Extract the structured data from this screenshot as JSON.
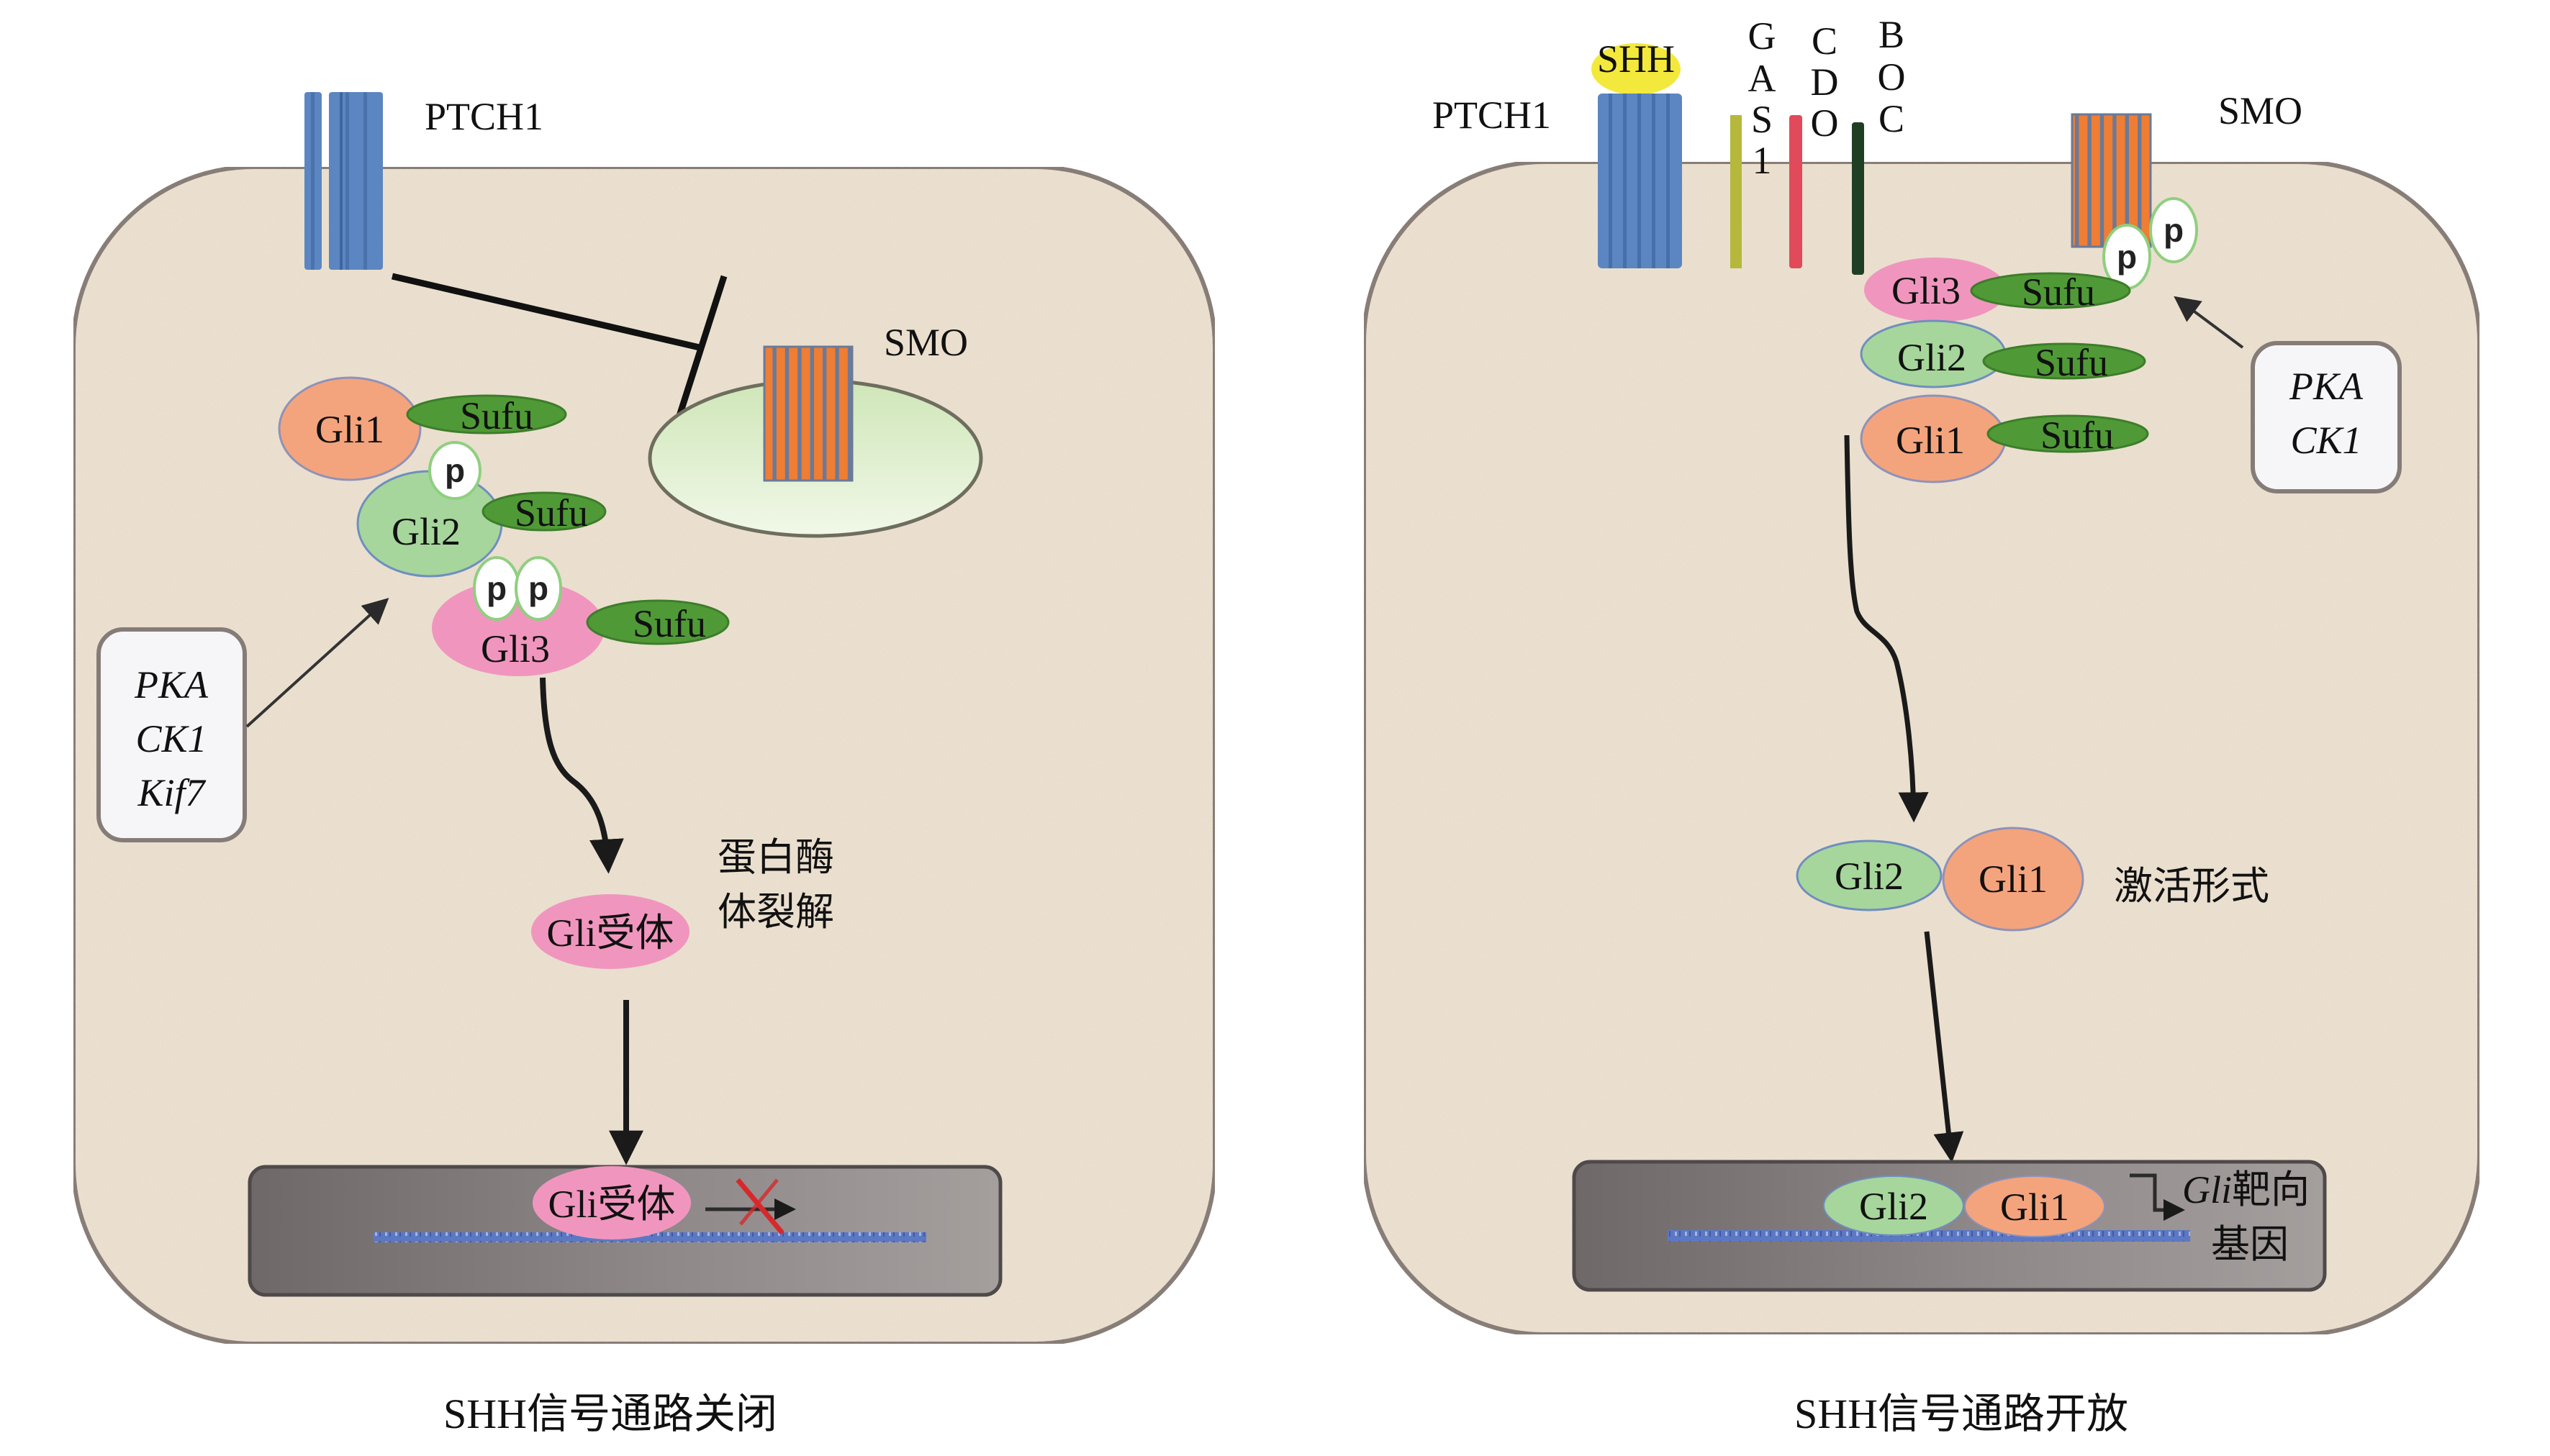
{
  "figure": {
    "panels": [
      {
        "id": "off",
        "caption": "SHH信号通路关闭",
        "receptor_label": "PTCH1",
        "smo_label": "SMO",
        "complexes": [
          {
            "gli": "Gli1",
            "partner": "Sufu",
            "phospho": 0
          },
          {
            "gli": "Gli2",
            "partner": "Sufu",
            "phospho": 1
          },
          {
            "gli": "Gli3",
            "partner": "Sufu",
            "phospho": 2
          }
        ],
        "phospho_label": "p",
        "kinase_box": [
          "PKA",
          "CK1",
          "Kif7"
        ],
        "repressor_label": "Gli受体",
        "process_label_line1": "蛋白酶",
        "process_label_line2": "体裂解",
        "nucleus_protein": "Gli受体",
        "transcription_blocked": true
      },
      {
        "id": "on",
        "caption": "SHH信号通路开放",
        "ligand_label": "SHH",
        "receptor_label": "PTCH1",
        "co_receptors": [
          {
            "name": "GAS1",
            "letters": [
              "G",
              "A",
              "S",
              "1"
            ],
            "color": "#b5b83a"
          },
          {
            "name": "CDO",
            "letters": [
              "C",
              "D",
              "O"
            ],
            "color": "#e04a5a"
          },
          {
            "name": "BOC",
            "letters": [
              "B",
              "O",
              "C"
            ],
            "color": "#1f3f24"
          }
        ],
        "smo_label": "SMO",
        "complexes": [
          {
            "gli": "Gli3",
            "partner": "Sufu"
          },
          {
            "gli": "Gli2",
            "partner": "Sufu"
          },
          {
            "gli": "Gli1",
            "partner": "Sufu"
          }
        ],
        "phospho_label": "p",
        "kinase_box": [
          "PKA",
          "CK1"
        ],
        "active_pair": [
          "Gli2",
          "Gli1"
        ],
        "active_label": "激活形式",
        "nucleus_pair": [
          "Gli2",
          "Gli1"
        ],
        "target_gene_italic": "Gli",
        "target_gene_line1_rest": "靶向",
        "target_gene_line2": "基因"
      }
    ],
    "colors": {
      "cytoplasm": "#efe4d3",
      "membrane": "#7d726e",
      "ptch1": "#5b86c2",
      "smo_orange": "#ef7d33",
      "smo_stripe": "#6a7a98",
      "gli1": "#f4a47c",
      "gli2": "#a6d69b",
      "gli3": "#f096be",
      "sufu": "#4f9a36",
      "shh": "#f3e93c",
      "nucleus": "#8e8786",
      "dna": "#5d78c3",
      "block_x": "#d8282c",
      "vesicle": "#dff0cc"
    }
  }
}
